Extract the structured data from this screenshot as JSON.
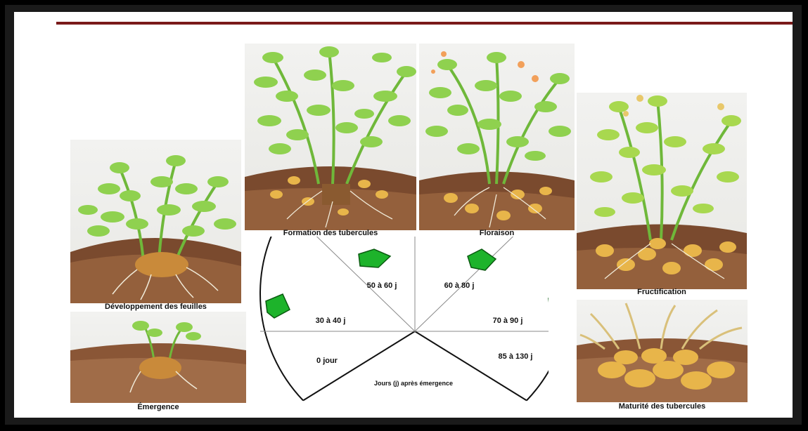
{
  "stages": {
    "emergence": "Émergence",
    "leaves": "Développement des feuilles",
    "tubers": "Formation des tubercules",
    "flowering": "Floraison",
    "fruiting": "Fructification",
    "maturity": "Maturité des tubercules"
  },
  "wheel": {
    "sectors": [
      "0 jour",
      "30 à 40 j",
      "50 à 60 j",
      "60 à 80 j",
      "70 à 90 j",
      "85 à 130 j"
    ],
    "caption": "Jours (j) après émergence"
  },
  "colors": {
    "leaf": "#8fd14f",
    "soil": "#7a4a2e",
    "tuber": "#e8b54a",
    "arrow": "#1db32b",
    "border": "#7a1a1a"
  }
}
